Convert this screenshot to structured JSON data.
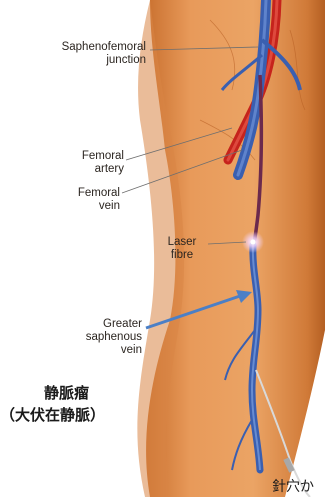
{
  "labels": {
    "saphenofemoral": [
      "Saphenofemoral",
      "junction"
    ],
    "femoral_artery": [
      "Femoral",
      "artery"
    ],
    "femoral_vein": [
      "Femoral",
      "vein"
    ],
    "laser_fibre": [
      "Laser",
      "fibre"
    ],
    "greater_saphenous": [
      "Greater",
      "saphenous",
      "vein"
    ]
  },
  "annotations": {
    "varicose_title": "静脈瘤",
    "varicose_sub": "（大伏在静脈）",
    "puncture": "針穴か"
  },
  "colors": {
    "skin": "#e3914e",
    "skin_dark": "#c86a2c",
    "artery": "#c6231c",
    "vein": "#3a5fb0",
    "arrow": "#4b7fc6"
  }
}
